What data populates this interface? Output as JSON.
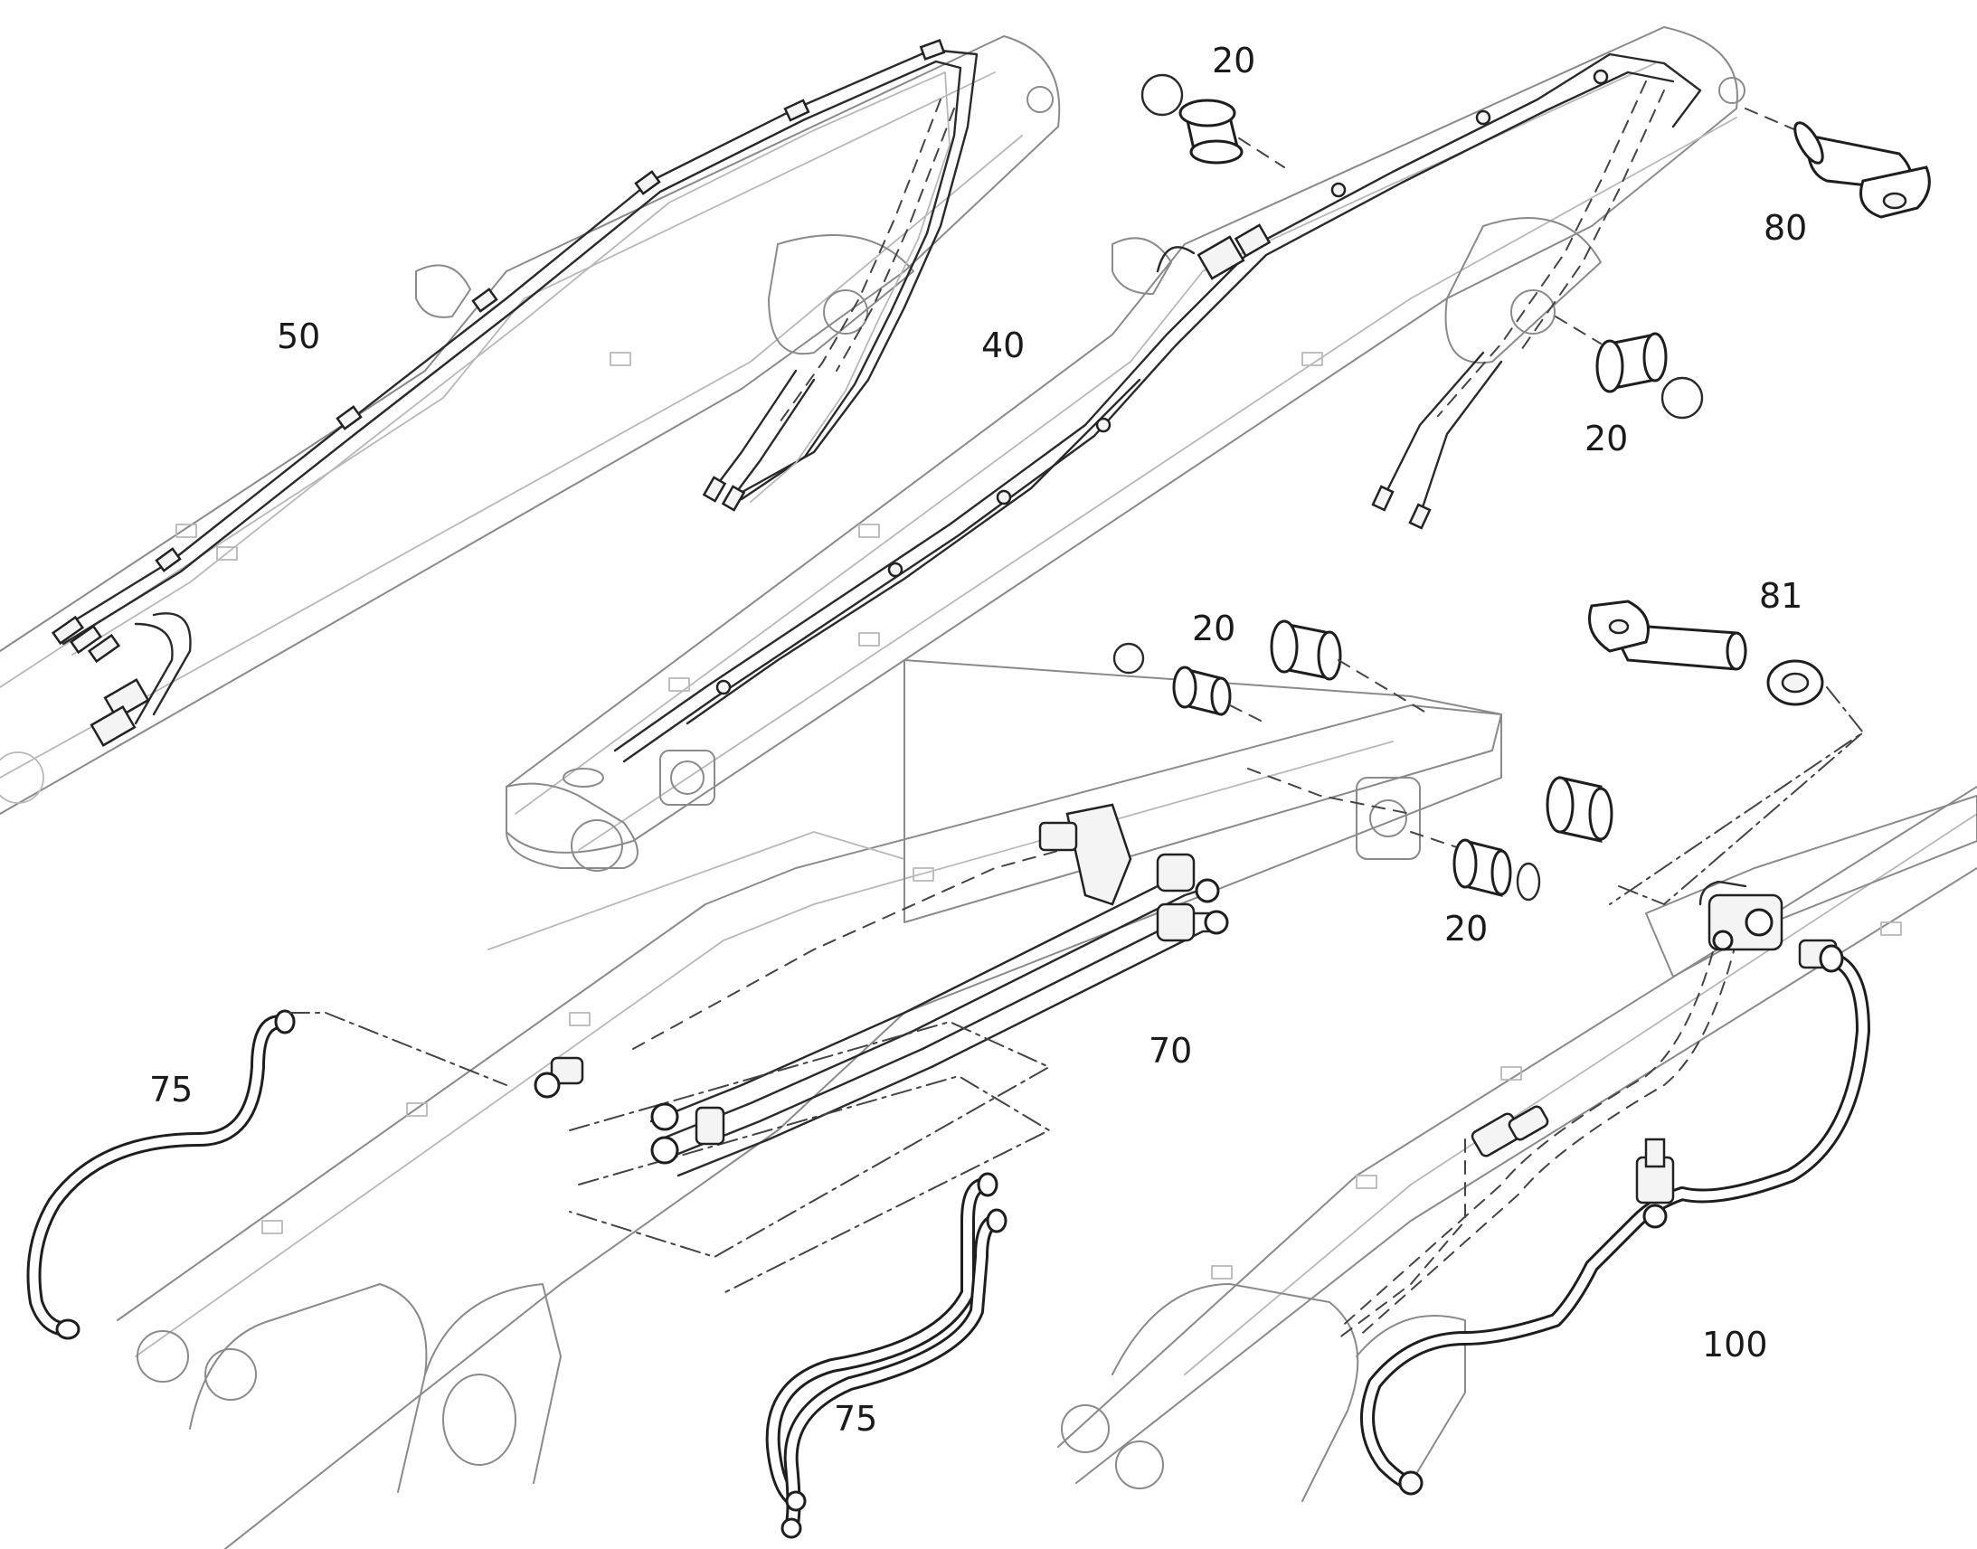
{
  "callouts": [
    {
      "id": "c20a",
      "label": "20"
    },
    {
      "id": "c80",
      "label": "80"
    },
    {
      "id": "c50",
      "label": "50"
    },
    {
      "id": "c40",
      "label": "40"
    },
    {
      "id": "c20b",
      "label": "20"
    },
    {
      "id": "c81",
      "label": "81"
    },
    {
      "id": "c20c",
      "label": "20"
    },
    {
      "id": "c20d",
      "label": "20"
    },
    {
      "id": "c70",
      "label": "70"
    },
    {
      "id": "c75a",
      "label": "75"
    },
    {
      "id": "c75b",
      "label": "75"
    },
    {
      "id": "c100",
      "label": "100"
    }
  ],
  "colors": {
    "line": "#1e1e1e",
    "ghost": "#b8b8b8",
    "background": "#ffffff"
  }
}
